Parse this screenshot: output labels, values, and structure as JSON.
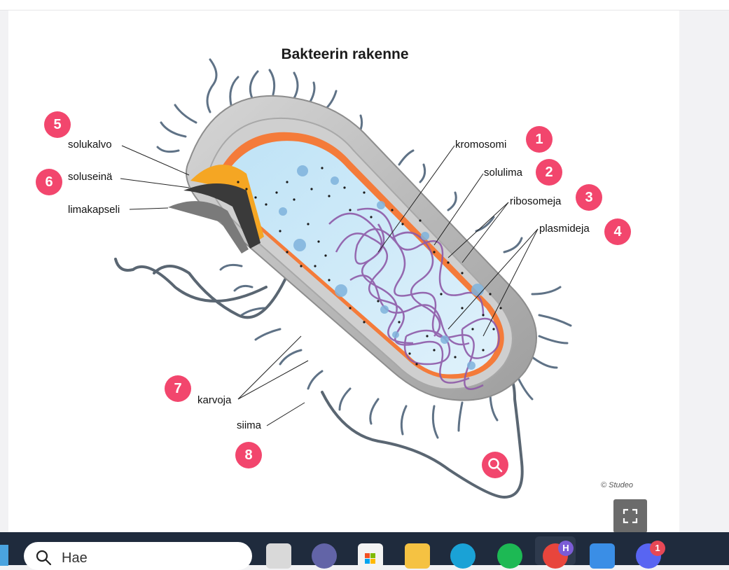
{
  "diagram": {
    "title": "Bakteerin rakenne",
    "credit": "© Studeo",
    "labels": {
      "solukalvo": "solukalvo",
      "soluseina": "soluseinä",
      "limakapseli": "limakapseli",
      "karvoja": "karvoja",
      "siima": "siima",
      "kromosomi": "kromosomi",
      "solulima": "solulima",
      "ribosomeja": "ribosomeja",
      "plasmideja": "plasmideja"
    },
    "badges": {
      "kromosomi": "1",
      "solulima": "2",
      "ribosomeja": "3",
      "plasmideja": "4",
      "solukalvo": "5",
      "soluseina": "6",
      "karvoja": "7",
      "siima": "8"
    },
    "buttons": {
      "zoom": "zoom-icon",
      "fullscreen": "fullscreen-icon"
    },
    "colors": {
      "badge": "#f2466d",
      "cytoplasm": "#cde9f7",
      "membrane": "#f26a2e",
      "chromosome": "#8e5aa8",
      "capsule": "#b5b5b5"
    }
  },
  "taskbar": {
    "search_placeholder": "Hae",
    "apps": [
      "task-view-icon",
      "teams-icon",
      "store-icon",
      "file-explorer-icon",
      "edge-icon",
      "spotify-icon",
      "chrome-icon",
      "photos-icon",
      "discord-icon"
    ],
    "chrome_badge": "H",
    "discord_badge": "1"
  }
}
